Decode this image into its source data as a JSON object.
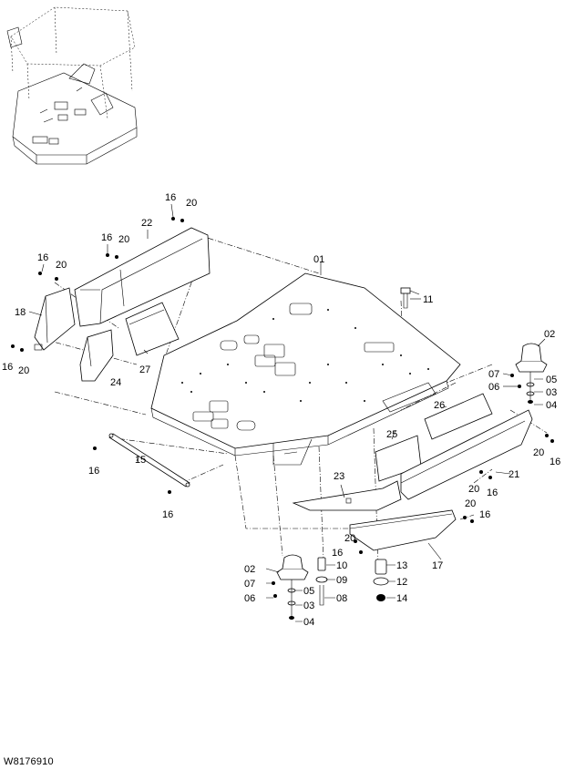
{
  "drawing_id": "W8176910",
  "callouts": [
    {
      "key": "c16a",
      "text": "16"
    },
    {
      "key": "c20a",
      "text": "20"
    },
    {
      "key": "c22",
      "text": "22"
    },
    {
      "key": "c16b",
      "text": "16"
    },
    {
      "key": "c20b",
      "text": "20"
    },
    {
      "key": "c16c",
      "text": "16"
    },
    {
      "key": "c20c",
      "text": "20"
    },
    {
      "key": "c18",
      "text": "18"
    },
    {
      "key": "c16d",
      "text": "16"
    },
    {
      "key": "c20d",
      "text": "20"
    },
    {
      "key": "c24",
      "text": "24"
    },
    {
      "key": "c27",
      "text": "27"
    },
    {
      "key": "c01",
      "text": "01"
    },
    {
      "key": "c11",
      "text": "11"
    },
    {
      "key": "c02a",
      "text": "02"
    },
    {
      "key": "c07a",
      "text": "07"
    },
    {
      "key": "c05a",
      "text": "05"
    },
    {
      "key": "c06a",
      "text": "06"
    },
    {
      "key": "c03a",
      "text": "03"
    },
    {
      "key": "c04a",
      "text": "04"
    },
    {
      "key": "c26",
      "text": "26"
    },
    {
      "key": "c25",
      "text": "25"
    },
    {
      "key": "c20e",
      "text": "20"
    },
    {
      "key": "c16e",
      "text": "16"
    },
    {
      "key": "c21",
      "text": "21"
    },
    {
      "key": "c20f",
      "text": "20"
    },
    {
      "key": "c16f",
      "text": "16"
    },
    {
      "key": "c23",
      "text": "23"
    },
    {
      "key": "c20g",
      "text": "20"
    },
    {
      "key": "c16g",
      "text": "16"
    },
    {
      "key": "c20h",
      "text": "20"
    },
    {
      "key": "c16h",
      "text": "16"
    },
    {
      "key": "c17",
      "text": "17"
    },
    {
      "key": "c16i",
      "text": "16"
    },
    {
      "key": "c15",
      "text": "15"
    },
    {
      "key": "c16j",
      "text": "16"
    },
    {
      "key": "c02b",
      "text": "02"
    },
    {
      "key": "c07b",
      "text": "07"
    },
    {
      "key": "c06b",
      "text": "06"
    },
    {
      "key": "c05b",
      "text": "05"
    },
    {
      "key": "c03b",
      "text": "03"
    },
    {
      "key": "c04b",
      "text": "04"
    },
    {
      "key": "c10",
      "text": "10"
    },
    {
      "key": "c09",
      "text": "09"
    },
    {
      "key": "c08",
      "text": "08"
    },
    {
      "key": "c13",
      "text": "13"
    },
    {
      "key": "c12",
      "text": "12"
    },
    {
      "key": "c14",
      "text": "14"
    }
  ]
}
